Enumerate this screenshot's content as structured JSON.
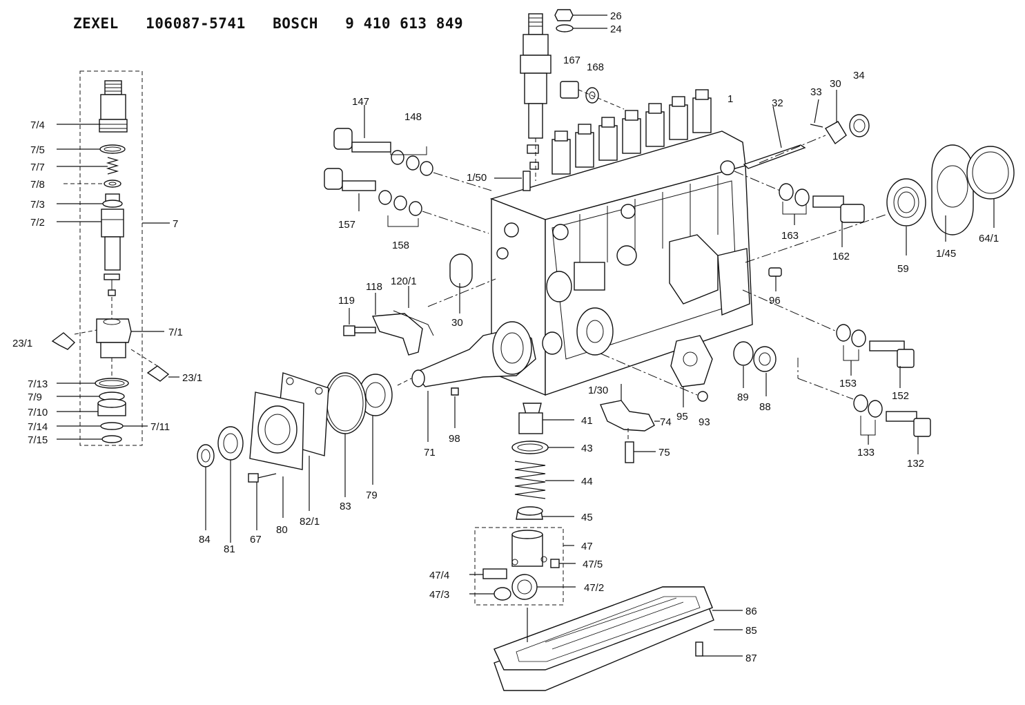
{
  "title": "ZEXEL   106087-5741   BOSCH   9 410 613 849",
  "labels": {
    "l26": "26",
    "l24": "24",
    "l167": "167",
    "l168": "168",
    "l1": "1",
    "l33": "33",
    "l30a": "30",
    "l34": "34",
    "l32": "32",
    "l147": "147",
    "l148": "148",
    "l150": "1/50",
    "l157": "157",
    "l158": "158",
    "l163": "163",
    "l162": "162",
    "l59": "59",
    "l145": "1/45",
    "l641": "64/1",
    "l96": "96",
    "l1201": "120/1",
    "l118": "118",
    "l119": "119",
    "l30b": "30",
    "l153": "153",
    "l152": "152",
    "l89": "89",
    "l88": "88",
    "l95": "95",
    "l93": "93",
    "l130": "1/30",
    "l74": "74",
    "l75": "75",
    "l41": "41",
    "l43": "43",
    "l44": "44",
    "l45": "45",
    "l47": "47",
    "l47_5": "47/5",
    "l47_4": "47/4",
    "l47_2": "47/2",
    "l47_3": "47/3",
    "l86": "86",
    "l85": "85",
    "l87": "87",
    "l133": "133",
    "l132": "132",
    "l71": "71",
    "l98": "98",
    "l79": "79",
    "l83": "83",
    "l821": "82/1",
    "l80": "80",
    "l67": "67",
    "l81": "81",
    "l84": "84",
    "l7_4": "7/4",
    "l7_5": "7/5",
    "l7_7": "7/7",
    "l7_8": "7/8",
    "l7_3": "7/3",
    "l7_2": "7/2",
    "l7": "7",
    "l7_1": "7/1",
    "l23_1a": "23/1",
    "l23_1b": "23/1",
    "l7_13": "7/13",
    "l7_9": "7/9",
    "l7_10": "7/10",
    "l7_14": "7/14",
    "l7_11": "7/11",
    "l7_15": "7/15"
  }
}
